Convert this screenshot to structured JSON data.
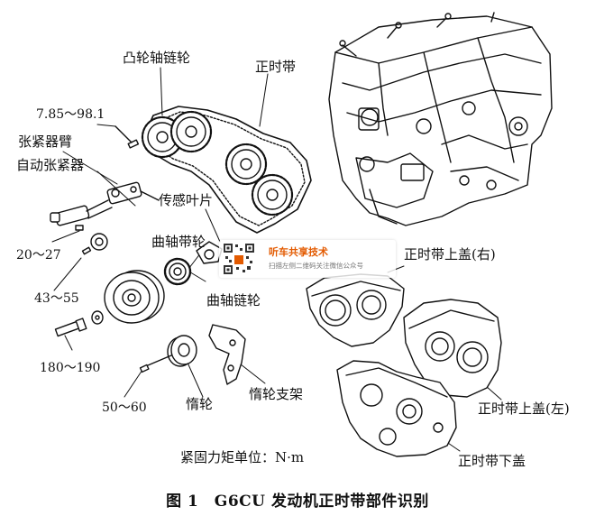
{
  "labels": {
    "camshaft_sprocket": "凸轮轴链轮",
    "timing_belt": "正时带",
    "torque_7_85_98_1": "7.85～98.1",
    "tensioner_arm": "张紧器臂",
    "auto_tensioner": "自动张紧器",
    "sensor_vane": "传感叶片",
    "torque_20_27": "20～27",
    "crank_pulley": "曲轴带轮",
    "torque_43_55": "43～55",
    "crank_sprocket": "曲轴链轮",
    "upper_cover_right": "正时带上盖(右)",
    "upper_cover_left": "正时带上盖(左)",
    "torque_180_190": "180～190",
    "idler": "惰轮",
    "idler_bracket": "惰轮支架",
    "torque_50_60": "50～60",
    "lower_cover": "正时带下盖"
  },
  "torque_note": "紧固力矩单位：N·m",
  "caption": "图 1　G6CU 发动机正时带部件识别",
  "watermark": {
    "title": "听车共享技术",
    "subtitle": "扫描左侧二维码关注微信公众号",
    "accent_color": "#e35a00"
  }
}
